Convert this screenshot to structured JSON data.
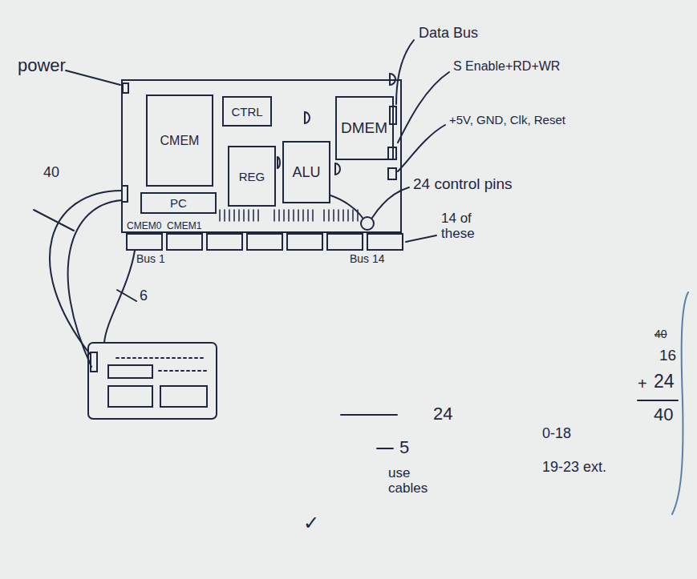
{
  "diagram": {
    "nodes": [
      {
        "text": [
          "CMEM"
        ]
      },
      {
        "text": [
          "CTRL"
        ]
      },
      {
        "text": [
          "DMEM"
        ]
      },
      {
        "text": [
          "REG"
        ]
      },
      {
        "text": [
          "ALU"
        ]
      },
      {
        "text": [
          "PC"
        ]
      }
    ],
    "labels": [
      "power",
      "Data Bus",
      "S Enable+RD+WR",
      "+5V, GND, Clk, Reset",
      "24 control pins",
      "40",
      "CMEM0",
      "CMEM1",
      "Bus 1",
      "Bus 14",
      "14 of these",
      "6",
      "40",
      "16",
      "+",
      "24",
      "40",
      "24",
      "5",
      "use cables",
      "✓",
      "0-18",
      "19-23 ext."
    ]
  }
}
